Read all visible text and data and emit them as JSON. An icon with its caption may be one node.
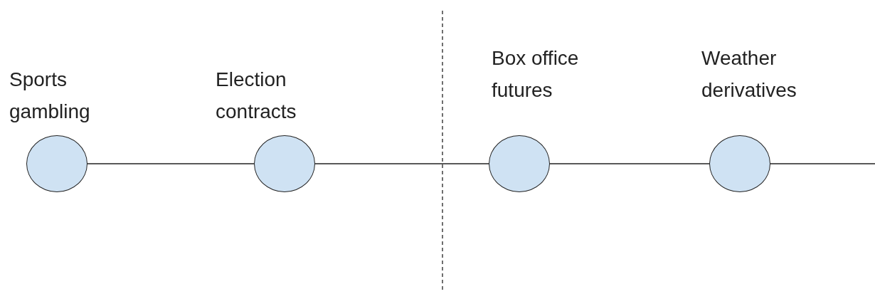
{
  "diagram": {
    "nodes": [
      {
        "text": [
          "Sports gambling"
        ]
      },
      {
        "text": [
          "Election contracts"
        ]
      },
      {
        "text": [
          "Box office futures"
        ]
      },
      {
        "text": [
          "Weather derivatives"
        ]
      }
    ],
    "edges": [
      {
        "from": 0,
        "to": 1,
        "arrow": "none"
      },
      {
        "from": 1,
        "to": 2,
        "arrow": "none"
      },
      {
        "from": 2,
        "to": 3,
        "arrow": "none"
      },
      {
        "from": 3,
        "to": null,
        "arrow": "none"
      }
    ]
  }
}
